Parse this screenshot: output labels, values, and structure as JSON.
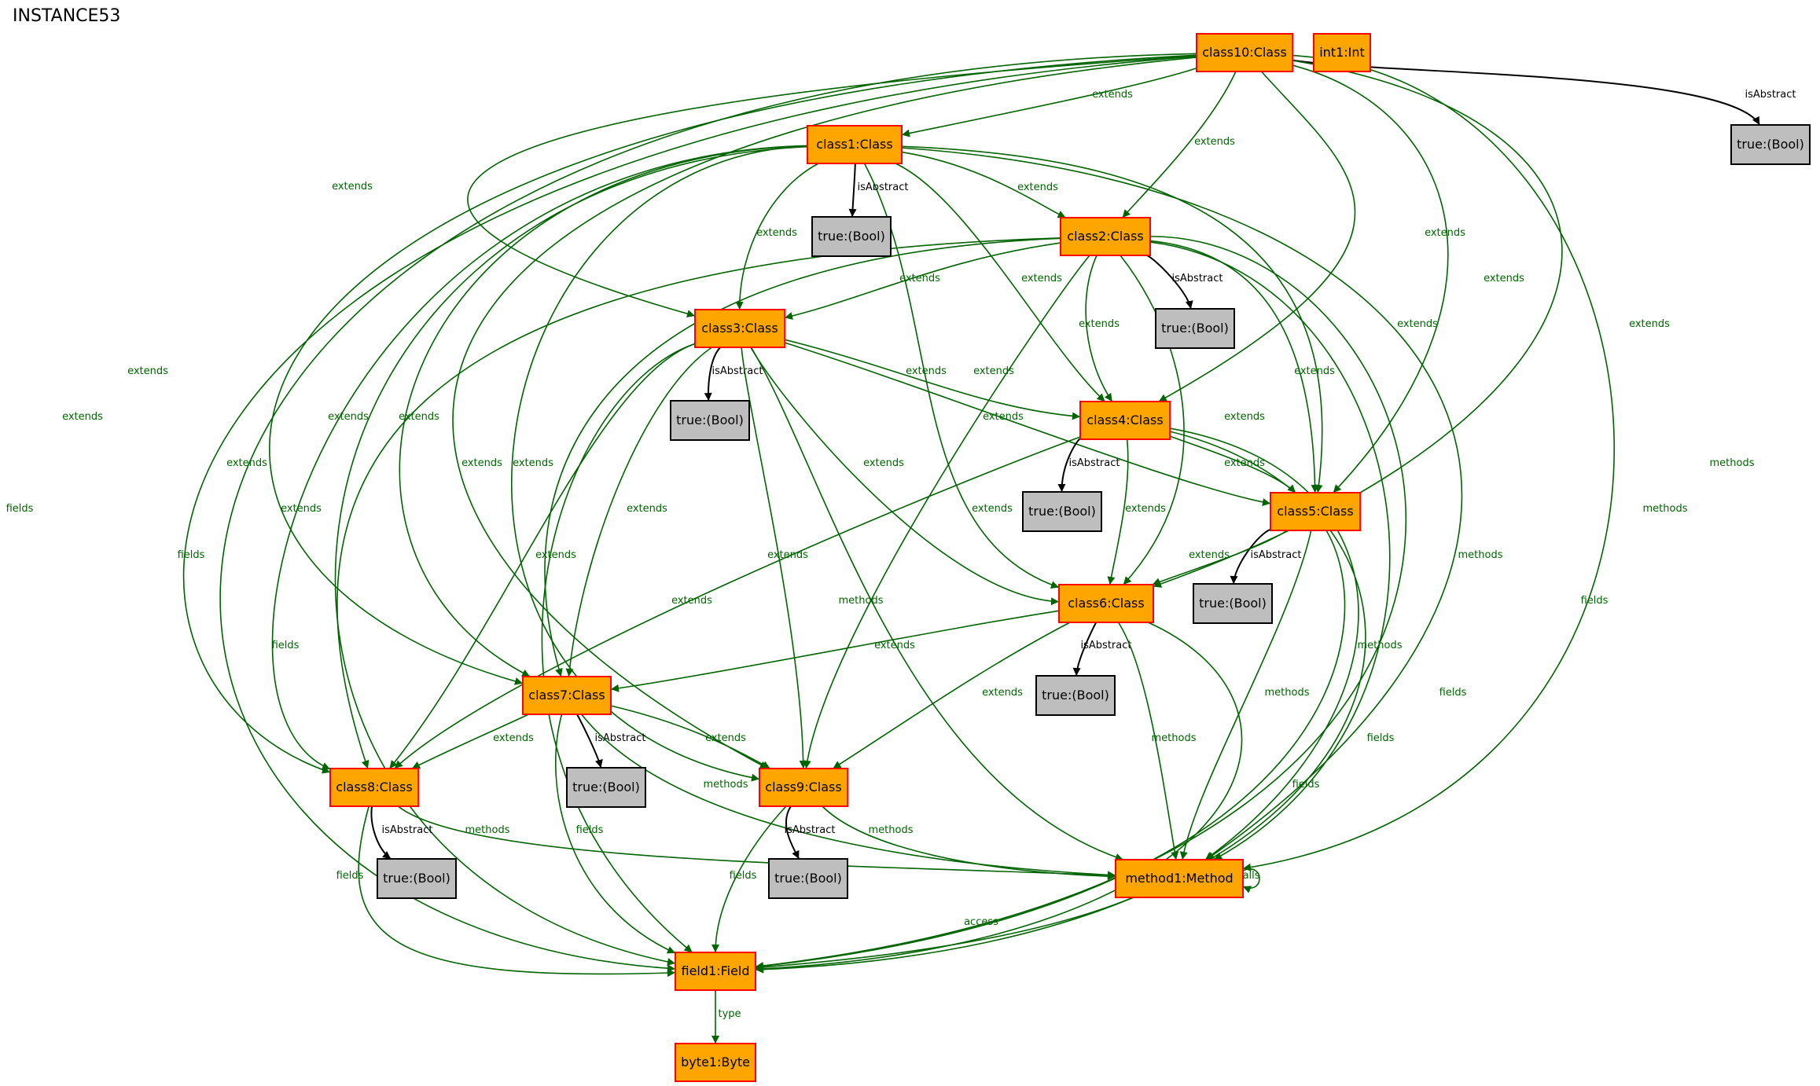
{
  "title": "INSTANCE53",
  "colors": {
    "object_fill": "#ffa500",
    "object_stroke": "#ff0000",
    "value_fill": "#bebebe",
    "value_stroke": "#000000",
    "relation_edge": "#006400",
    "attribute_edge": "#000000"
  },
  "nodes": [
    {
      "id": "class10",
      "label": "class10:Class",
      "kind": "object"
    },
    {
      "id": "int1",
      "label": "int1:Int",
      "kind": "object"
    },
    {
      "id": "bool10",
      "label": "true:(Bool)",
      "kind": "value"
    },
    {
      "id": "class1",
      "label": "class1:Class",
      "kind": "object"
    },
    {
      "id": "bool1",
      "label": "true:(Bool)",
      "kind": "value"
    },
    {
      "id": "class2",
      "label": "class2:Class",
      "kind": "object"
    },
    {
      "id": "bool2",
      "label": "true:(Bool)",
      "kind": "value"
    },
    {
      "id": "class3",
      "label": "class3:Class",
      "kind": "object"
    },
    {
      "id": "bool3",
      "label": "true:(Bool)",
      "kind": "value"
    },
    {
      "id": "class4",
      "label": "class4:Class",
      "kind": "object"
    },
    {
      "id": "bool4",
      "label": "true:(Bool)",
      "kind": "value"
    },
    {
      "id": "class5",
      "label": "class5:Class",
      "kind": "object"
    },
    {
      "id": "bool5",
      "label": "true:(Bool)",
      "kind": "value"
    },
    {
      "id": "class6",
      "label": "class6:Class",
      "kind": "object"
    },
    {
      "id": "bool6",
      "label": "true:(Bool)",
      "kind": "value"
    },
    {
      "id": "class7",
      "label": "class7:Class",
      "kind": "object"
    },
    {
      "id": "bool7",
      "label": "true:(Bool)",
      "kind": "value"
    },
    {
      "id": "class8",
      "label": "class8:Class",
      "kind": "object"
    },
    {
      "id": "bool8",
      "label": "true:(Bool)",
      "kind": "value"
    },
    {
      "id": "class9",
      "label": "class9:Class",
      "kind": "object"
    },
    {
      "id": "bool9",
      "label": "true:(Bool)",
      "kind": "value"
    },
    {
      "id": "method1",
      "label": "method1:Method",
      "kind": "object"
    },
    {
      "id": "field1",
      "label": "field1:Field",
      "kind": "object"
    },
    {
      "id": "byte1",
      "label": "byte1:Byte",
      "kind": "object"
    }
  ],
  "edges": [
    {
      "from": "class10",
      "to": "bool10",
      "label": "isAbstract",
      "kind": "attribute"
    },
    {
      "from": "class10",
      "to": "class1",
      "label": "extends",
      "kind": "relation"
    },
    {
      "from": "class10",
      "to": "class2",
      "label": "extends",
      "kind": "relation"
    },
    {
      "from": "class10",
      "to": "class3",
      "label": "extends",
      "kind": "relation"
    },
    {
      "from": "class10",
      "to": "class4",
      "label": "extends",
      "kind": "relation"
    },
    {
      "from": "class10",
      "to": "class5",
      "label": "extends",
      "kind": "relation"
    },
    {
      "from": "class10",
      "to": "class6",
      "label": "extends",
      "kind": "relation"
    },
    {
      "from": "class10",
      "to": "class7",
      "label": "extends",
      "kind": "relation"
    },
    {
      "from": "class10",
      "to": "class8",
      "label": "extends",
      "kind": "relation"
    },
    {
      "from": "class10",
      "to": "class9",
      "label": "extends",
      "kind": "relation"
    },
    {
      "from": "class10",
      "to": "method1",
      "label": "methods",
      "kind": "relation"
    },
    {
      "from": "class10",
      "to": "field1",
      "label": "fields",
      "kind": "relation"
    },
    {
      "from": "class1",
      "to": "bool1",
      "label": "isAbstract",
      "kind": "attribute"
    },
    {
      "from": "class1",
      "to": "class2",
      "label": "extends",
      "kind": "relation"
    },
    {
      "from": "class1",
      "to": "class3",
      "label": "extends",
      "kind": "relation"
    },
    {
      "from": "class1",
      "to": "class4",
      "label": "extends",
      "kind": "relation"
    },
    {
      "from": "class1",
      "to": "class5",
      "label": "extends",
      "kind": "relation"
    },
    {
      "from": "class1",
      "to": "class6",
      "label": "extends",
      "kind": "relation"
    },
    {
      "from": "class1",
      "to": "class7",
      "label": "extends",
      "kind": "relation"
    },
    {
      "from": "class1",
      "to": "class8",
      "label": "extends",
      "kind": "relation"
    },
    {
      "from": "class1",
      "to": "class9",
      "label": "extends",
      "kind": "relation"
    },
    {
      "from": "class1",
      "to": "method1",
      "label": "methods",
      "kind": "relation"
    },
    {
      "from": "class1",
      "to": "field1",
      "label": "fields",
      "kind": "relation"
    },
    {
      "from": "class2",
      "to": "bool2",
      "label": "isAbstract",
      "kind": "attribute"
    },
    {
      "from": "class2",
      "to": "class3",
      "label": "extends",
      "kind": "relation"
    },
    {
      "from": "class2",
      "to": "class4",
      "label": "extends",
      "kind": "relation"
    },
    {
      "from": "class2",
      "to": "class5",
      "label": "extends",
      "kind": "relation"
    },
    {
      "from": "class2",
      "to": "class6",
      "label": "extends",
      "kind": "relation"
    },
    {
      "from": "class2",
      "to": "class7",
      "label": "extends",
      "kind": "relation"
    },
    {
      "from": "class2",
      "to": "class8",
      "label": "extends",
      "kind": "relation"
    },
    {
      "from": "class2",
      "to": "class9",
      "label": "extends",
      "kind": "relation"
    },
    {
      "from": "class2",
      "to": "method1",
      "label": "methods",
      "kind": "relation"
    },
    {
      "from": "class2",
      "to": "field1",
      "label": "fields",
      "kind": "relation"
    },
    {
      "from": "class3",
      "to": "bool3",
      "label": "isAbstract",
      "kind": "attribute"
    },
    {
      "from": "class3",
      "to": "class4",
      "label": "extends",
      "kind": "relation"
    },
    {
      "from": "class3",
      "to": "class5",
      "label": "extends",
      "kind": "relation"
    },
    {
      "from": "class3",
      "to": "class6",
      "label": "extends",
      "kind": "relation"
    },
    {
      "from": "class3",
      "to": "class7",
      "label": "extends",
      "kind": "relation"
    },
    {
      "from": "class3",
      "to": "class8",
      "label": "extends",
      "kind": "relation"
    },
    {
      "from": "class3",
      "to": "class9",
      "label": "extends",
      "kind": "relation"
    },
    {
      "from": "class3",
      "to": "method1",
      "label": "methods",
      "kind": "relation"
    },
    {
      "from": "class3",
      "to": "field1",
      "label": "fields",
      "kind": "relation"
    },
    {
      "from": "class4",
      "to": "bool4",
      "label": "isAbstract",
      "kind": "attribute"
    },
    {
      "from": "class4",
      "to": "class5",
      "label": "extends",
      "kind": "relation"
    },
    {
      "from": "class4",
      "to": "class6",
      "label": "extends",
      "kind": "relation"
    },
    {
      "from": "class4",
      "to": "class8",
      "label": "extends",
      "kind": "relation"
    },
    {
      "from": "class4",
      "to": "method1",
      "label": "methods",
      "kind": "relation"
    },
    {
      "from": "class4",
      "to": "field1",
      "label": "fields",
      "kind": "relation"
    },
    {
      "from": "class5",
      "to": "bool5",
      "label": "isAbstract",
      "kind": "attribute"
    },
    {
      "from": "class5",
      "to": "class6",
      "label": "extends",
      "kind": "relation"
    },
    {
      "from": "class5",
      "to": "method1",
      "label": "methods",
      "kind": "relation"
    },
    {
      "from": "class5",
      "to": "field1",
      "label": "fields",
      "kind": "relation"
    },
    {
      "from": "class6",
      "to": "bool6",
      "label": "isAbstract",
      "kind": "attribute"
    },
    {
      "from": "class6",
      "to": "class7",
      "label": "extends",
      "kind": "relation"
    },
    {
      "from": "class6",
      "to": "class9",
      "label": "extends",
      "kind": "relation"
    },
    {
      "from": "class6",
      "to": "method1",
      "label": "methods",
      "kind": "relation"
    },
    {
      "from": "class6",
      "to": "field1",
      "label": "fields",
      "kind": "relation"
    },
    {
      "from": "class7",
      "to": "bool7",
      "label": "isAbstract",
      "kind": "attribute"
    },
    {
      "from": "class7",
      "to": "class8",
      "label": "extends",
      "kind": "relation"
    },
    {
      "from": "class7",
      "to": "class9",
      "label": "extends",
      "kind": "relation"
    },
    {
      "from": "class7",
      "to": "method1",
      "label": "methods",
      "kind": "relation"
    },
    {
      "from": "class7",
      "to": "field1",
      "label": "fields",
      "kind": "relation"
    },
    {
      "from": "class8",
      "to": "bool8",
      "label": "isAbstract",
      "kind": "attribute"
    },
    {
      "from": "class8",
      "to": "method1",
      "label": "methods",
      "kind": "relation"
    },
    {
      "from": "class8",
      "to": "field1",
      "label": "fields",
      "kind": "relation"
    },
    {
      "from": "class9",
      "to": "bool9",
      "label": "isAbstract",
      "kind": "attribute"
    },
    {
      "from": "class9",
      "to": "method1",
      "label": "methods",
      "kind": "relation"
    },
    {
      "from": "class9",
      "to": "field1",
      "label": "fields",
      "kind": "relation"
    },
    {
      "from": "method1",
      "to": "method1",
      "label": "calls",
      "kind": "relation"
    },
    {
      "from": "method1",
      "to": "field1",
      "label": "access",
      "kind": "relation"
    },
    {
      "from": "field1",
      "to": "byte1",
      "label": "type",
      "kind": "relation"
    }
  ]
}
